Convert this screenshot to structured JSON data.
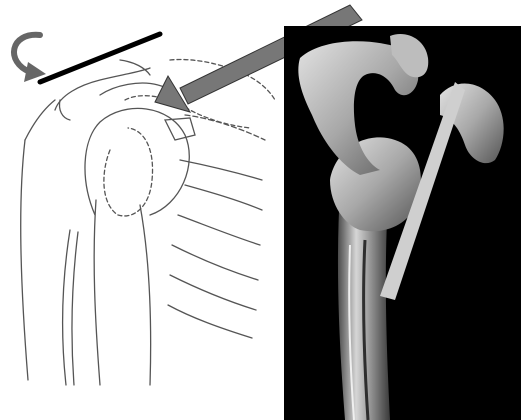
{
  "figure": {
    "panels": [
      {
        "id": "line-drawing",
        "style": "pen sketch of shoulder bones"
      },
      {
        "id": "3d-render",
        "style": "grayscale bone render on black"
      }
    ],
    "colors": {
      "background": "#ffffff",
      "render_background": "#000000",
      "sketch_line": "#555555",
      "marker_line": "#000000",
      "rotation_arrow": "#666666",
      "pointer_arrow": "#777777",
      "bone_light": "#d6d6d6",
      "bone_mid": "#9a9a9a",
      "bone_dark": "#4a4a4a"
    },
    "annotations": [
      {
        "name": "reference-line",
        "shape": "straight black bar"
      },
      {
        "name": "rotation-arrow",
        "shape": "curved gray arrow"
      },
      {
        "name": "pointer-arrow",
        "shape": "straight gray arrow"
      }
    ]
  }
}
